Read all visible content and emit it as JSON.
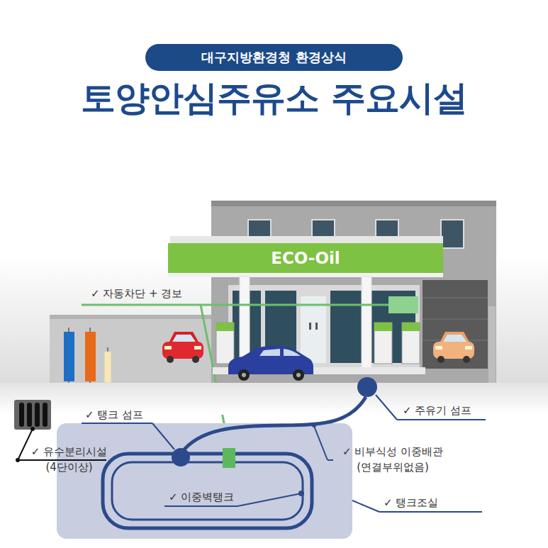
{
  "diagram": {
    "title": "토양안심주유소 주요시설",
    "nodes": [
      {
        "text": [
          "대구지방환경청 환경상식"
        ]
      },
      {
        "text": [
          "ECO-Oil"
        ]
      }
    ],
    "labels": [
      "✓ 자동차단 + 경보",
      "✓ 탱크 섬프",
      "✓ 주유기 섬프",
      "✓ 유수분리시설 (4단이상)",
      "✓ 비부식성 이중배관 (연결부위없음)",
      "✓ 이중벽탱크",
      "✓ 탱크조실"
    ]
  }
}
